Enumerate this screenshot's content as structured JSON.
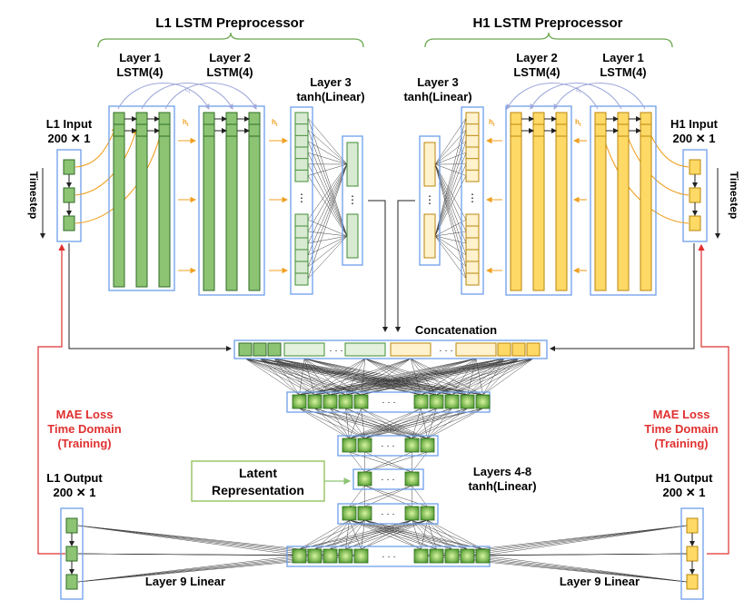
{
  "titles": {
    "left_pre": "L1 LSTM Preprocessor",
    "right_pre": "H1 LSTM Preprocessor",
    "concat": "Concatenation",
    "layers_mid_1": "Layers 4-8",
    "layers_mid_2": "tanh(Linear)"
  },
  "left": {
    "input_1": "L1 Input",
    "input_2": "200 ✕ 1",
    "timestep": "Timestep",
    "layer1_1": "Layer 1",
    "layer1_2": "LSTM(4)",
    "layer2_1": "Layer 2",
    "layer2_2": "LSTM(4)",
    "layer3_1": "Layer 3",
    "layer3_2": "tanh(Linear)",
    "ht_1": "h",
    "ht_2": "h",
    "ct": "c",
    "loss_1": "MAE Loss",
    "loss_2": "Time Domain",
    "loss_3": "(Training)",
    "output_1": "L1 Output",
    "output_2": "200 ✕ 1",
    "layer9": "Layer 9 Linear"
  },
  "right": {
    "input_1": "H1 Input",
    "input_2": "200 ✕ 1",
    "timestep": "Timestep",
    "layer1_1": "Layer 1",
    "layer1_2": "LSTM(4)",
    "layer2_1": "Layer 2",
    "layer2_2": "LSTM(4)",
    "layer3_1": "Layer 3",
    "layer3_2": "tanh(Linear)",
    "ht_1": "h",
    "ht_2": "h",
    "ct": "c",
    "loss_1": "MAE Loss",
    "loss_2": "Time Domain",
    "loss_3": "(Training)",
    "output_1": "H1 Output",
    "output_2": "200 ✕ 1",
    "layer9": "Layer 9 Linear"
  },
  "latent": {
    "line1": "Latent",
    "line2": "Representation"
  },
  "glyphs": {
    "ellipsis": "· · ·",
    "vdots": "⋮",
    "sub_t": "t"
  },
  "colors": {
    "green_fill": "#8cc474",
    "green_dark": "#3f8c33",
    "green_light": "#d9ead3",
    "green_pale": "#e4f1dd",
    "yellow_fill": "#ffd966",
    "yellow_dark": "#f1c232",
    "yellow_light": "#fff2cc",
    "box_blue": "#6d9eeb",
    "orange": "#f0a020",
    "lavender": "#9fa8da",
    "red": "#e03030",
    "latent_border": "#9cc56a"
  }
}
